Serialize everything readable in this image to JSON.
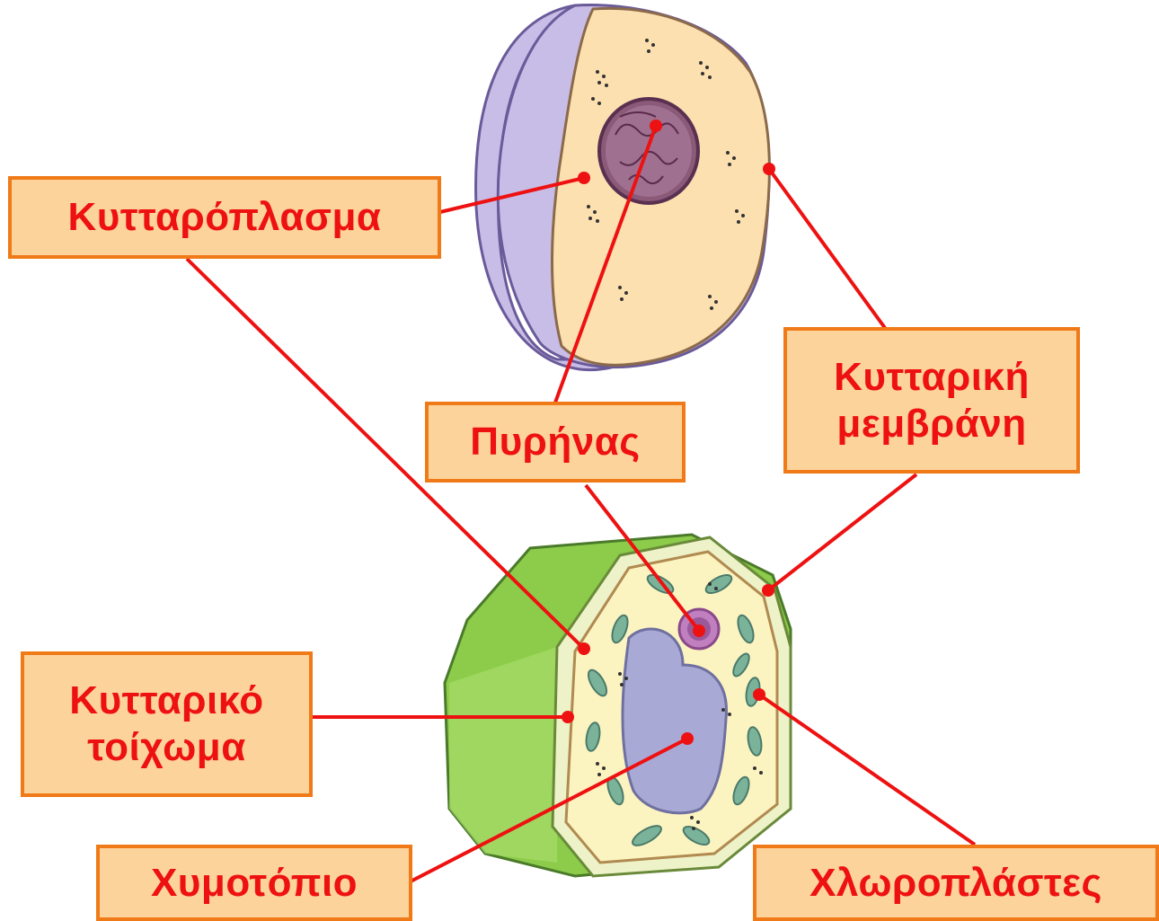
{
  "labels": {
    "cytoplasm": "Κυτταρόπλασμα",
    "nucleus": "Πυρήνας",
    "cell_membrane_line1": "Κυτταρική",
    "cell_membrane_line2": "μεμβράνη",
    "cell_wall_line1": "Κυτταρικό",
    "cell_wall_line2": "τοίχωμα",
    "vacuole": "Χυμοτόπιο",
    "chloroplasts": "Χλωροπλάστες"
  },
  "colors": {
    "label_fill": "#fdd39c",
    "label_border": "#f07a18",
    "label_text": "#ee1111",
    "pointer_line": "#ee1111",
    "animal_cytoplasm": "#fde0b0",
    "animal_outer": "#c8bde6",
    "nucleus": "#8a5a78",
    "plant_wall": "#8ccc4a",
    "plant_vacuole": "#a9a9d6",
    "chloroplast": "#7bb39a"
  }
}
